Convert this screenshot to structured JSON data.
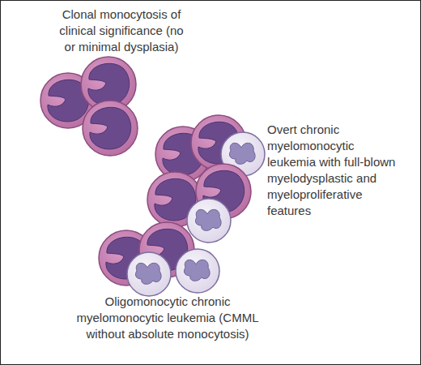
{
  "diagram": {
    "labels": [
      "Clonal monocytosis of clinical significance (no or minimal dysplasia)",
      "Overt chronic myelomonocytic leukemia with full-blown myelodysplastic and myeloproliferative features",
      "Oligomonocytic chronic myelomonocytic leukemia (CMML without absolute monocytosis)"
    ]
  }
}
